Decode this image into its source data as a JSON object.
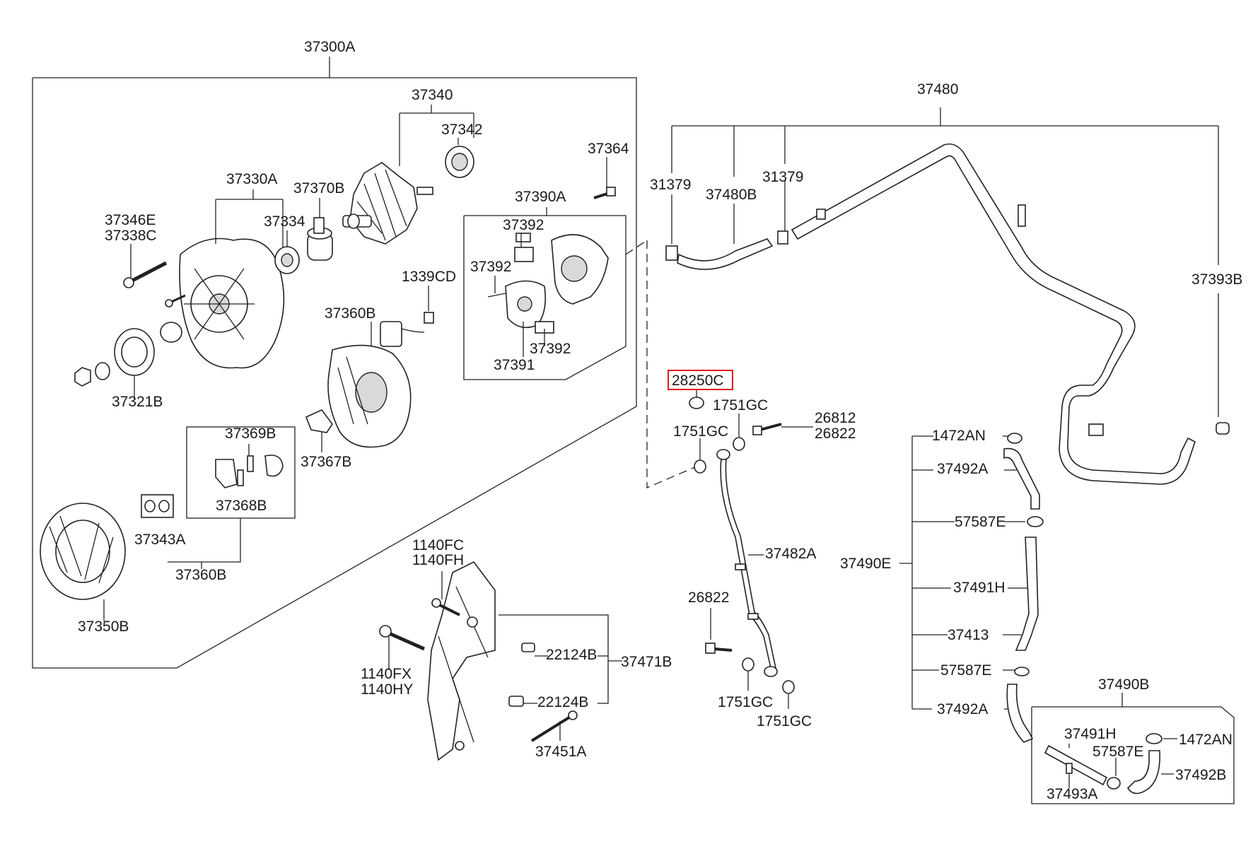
{
  "labels": {
    "l37300A": "37300A",
    "l37340": "37340",
    "l37342": "37342",
    "l37364": "37364",
    "l37330A": "37330A",
    "l37370B": "37370B",
    "l37390A": "37390A",
    "l37346E": "37346E",
    "l37338C": "37338C",
    "l37334": "37334",
    "l37392a": "37392",
    "l37392b": "37392",
    "l37392c": "37392",
    "l1339CD": "1339CD",
    "l37360Ba": "37360B",
    "l37391": "37391",
    "l37321B": "37321B",
    "l37369B": "37369B",
    "l37367B": "37367B",
    "l37368B": "37368B",
    "l37343A": "37343A",
    "l37360Bb": "37360B",
    "l37350B": "37350B",
    "l1140FC": "1140FC",
    "l1140FH": "1140FH",
    "l1140FX": "1140FX",
    "l1140HY": "1140HY",
    "l22124Ba": "22124B",
    "l22124Bb": "22124B",
    "l37471B": "37471B",
    "l37451A": "37451A",
    "l37480": "37480",
    "l31379a": "31379",
    "l31379b": "31379",
    "l37480B": "37480B",
    "l37393B": "37393B",
    "l28250C": "28250C",
    "l1751GCa": "1751GC",
    "l1751GCb": "1751GC",
    "l1751GCc": "1751GC",
    "l1751GCd": "1751GC",
    "l26812": "26812",
    "l26822a": "26822",
    "l26822b": "26822",
    "l37482A": "37482A",
    "l1472ANa": "1472AN",
    "l37492Aa": "37492A",
    "l57587Ea": "57587E",
    "l37490E": "37490E",
    "l37491Ha": "37491H",
    "l37413": "37413",
    "l57587Eb": "57587E",
    "l37492Ab": "37492A",
    "l37490B": "37490B",
    "l37491Hb": "37491H",
    "l1472ANb": "1472AN",
    "l57587Ec": "57587E",
    "l37492B": "37492B",
    "l37493A": "37493A"
  },
  "highlight": {
    "part": "28250C",
    "color": "#e11b1b"
  }
}
